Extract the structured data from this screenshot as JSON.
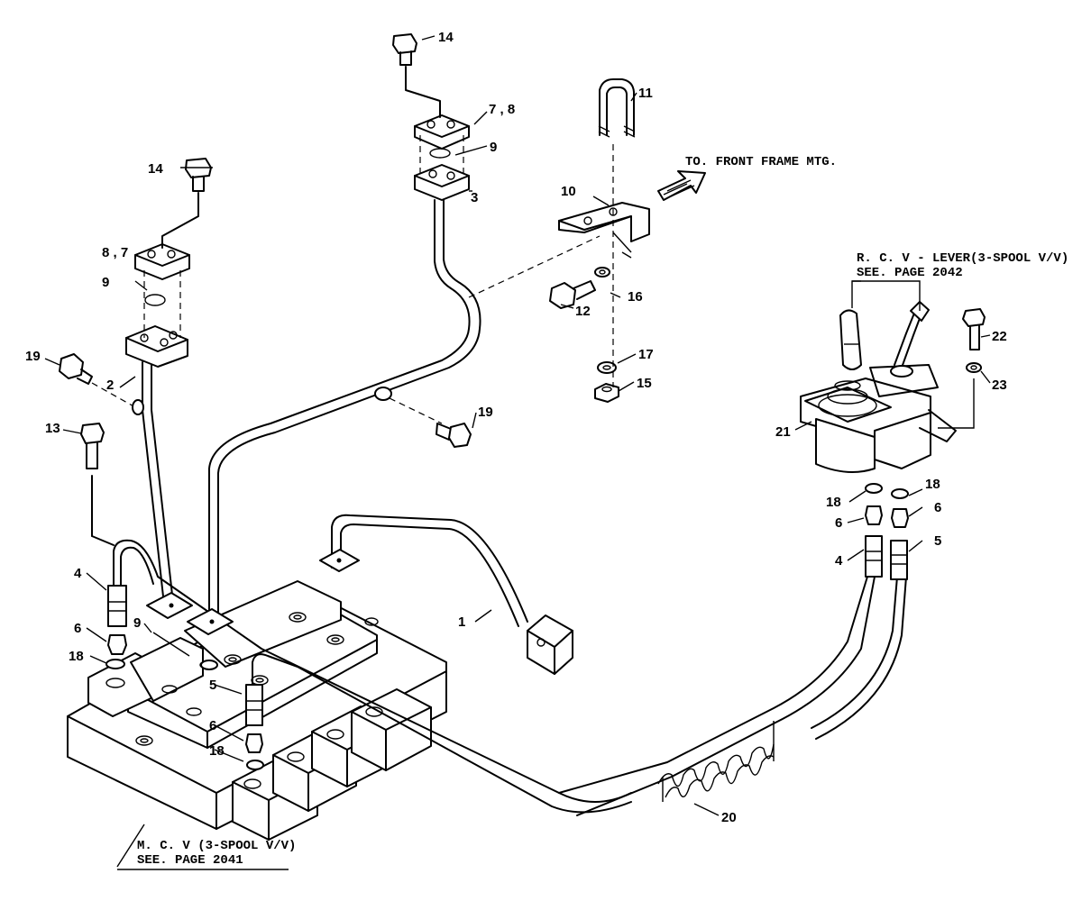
{
  "callouts": {
    "c1": "1",
    "c2": "2",
    "c3": "3",
    "c4a": "4",
    "c4b": "4",
    "c5a": "5",
    "c5b": "5",
    "c6a": "6",
    "c6b": "6",
    "c6c": "6",
    "c6d": "6",
    "c78a": "7 , 8",
    "c87": "8 , 7",
    "c9a": "9",
    "c9b": "9",
    "c9c": "9",
    "c10": "10",
    "c11": "11",
    "c12": "12",
    "c13": "13",
    "c14a": "14",
    "c14b": "14",
    "c15": "15",
    "c16": "16",
    "c17": "17",
    "c18a": "18",
    "c18b": "18",
    "c18c": "18",
    "c18d": "18",
    "c19a": "19",
    "c19b": "19",
    "c20": "20",
    "c21": "21",
    "c22": "22",
    "c23": "23"
  },
  "notes": {
    "front_frame": "TO. FRONT FRAME MTG.",
    "rcv_line1": "R. C. V - LEVER(3-SPOOL V/V)",
    "rcv_line2": "SEE. PAGE 2042",
    "mcv_line1": "M. C. V (3-SPOOL V/V)",
    "mcv_line2": "SEE. PAGE 2041"
  }
}
